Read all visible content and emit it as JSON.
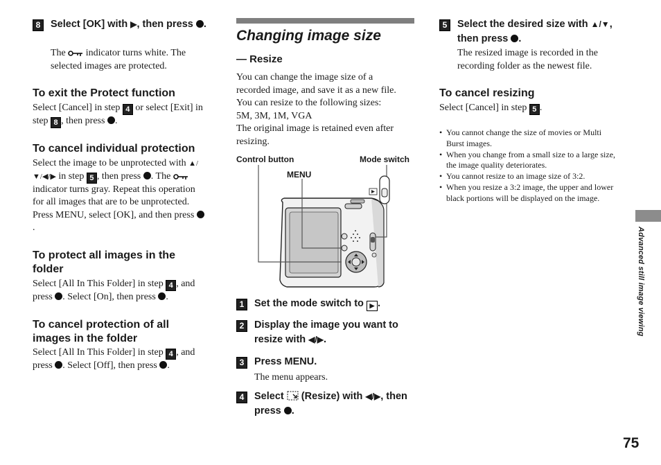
{
  "col1": {
    "step8": {
      "num": "8",
      "title_a": "Select [OK] with ",
      "title_b": ", then press ",
      "title_c": ".",
      "body_a": "The ",
      "body_b": " indicator turns white. The selected images are protected."
    },
    "exit": {
      "heading": "To exit the Protect function",
      "a": "Select [Cancel] in step ",
      "n1": "4",
      "b": " or select [Exit] in step ",
      "n2": "8",
      "c": ", then press ",
      "d": "."
    },
    "cancel_ind": {
      "heading": "To cancel individual protection",
      "a": "Select the image to be unprotected with ",
      "arrows": "▲/▼/◀/▶",
      "b": " in step ",
      "n1": "5",
      "c": ", then press ",
      "d": ". The ",
      "e": " indicator turns gray. Repeat this operation for all images that are to be unprotected. Press MENU, select [OK], and then press ",
      "f": "."
    },
    "protect_all": {
      "heading": "To protect all images in the folder",
      "a": "Select [All In This Folder] in step ",
      "n1": "4",
      "b": ", and press ",
      "c": ". Select [On], then press ",
      "d": "."
    },
    "cancel_all": {
      "heading": "To cancel protection of all images in the folder",
      "a": "Select [All In This Folder] in step ",
      "n1": "4",
      "b": ", and press ",
      "c": ". Select [Off], then press ",
      "d": "."
    }
  },
  "col2": {
    "title": "Changing image size",
    "subtitle": "— Resize",
    "intro": [
      "You can change the image size of a",
      "recorded image, and save it as a new file.",
      "You can resize to the following sizes:",
      "5M, 3M, 1M, VGA",
      "The original image is retained even after",
      "resizing."
    ],
    "caption_control": "Control button",
    "caption_mode": "Mode switch",
    "caption_menu": "MENU",
    "step1": {
      "num": "1",
      "text": "Set the mode switch to ",
      "end": "."
    },
    "step2": {
      "num": "2",
      "text": "Display the image you want to resize with ",
      "arrows": "◀/▶",
      "end": "."
    },
    "step3": {
      "num": "3",
      "text": "Press MENU.",
      "body": "The menu appears."
    },
    "step4": {
      "num": "4",
      "a": "Select ",
      "b": " (Resize) with ",
      "arrows": "◀/▶",
      "c": ", then press ",
      "d": "."
    }
  },
  "col3": {
    "step5": {
      "num": "5",
      "a": "Select the desired size with ",
      "arrows": "▲/▼",
      "b": ", then press ",
      "c": ".",
      "body": "The resized image is recorded in the recording folder as the newest file."
    },
    "cancel": {
      "heading": "To cancel resizing",
      "a": "Select [Cancel] in step ",
      "n1": "5",
      "b": "."
    },
    "notes": [
      "You cannot change the size of movies or Multi Burst images.",
      "When you change from a small size to a large size, the image quality deteriorates.",
      "You cannot resize to an image size of 3:2.",
      "When you resize a 3:2 image, the upper and lower black portions will be displayed on the image."
    ]
  },
  "side_label": "Advanced still image viewing",
  "page_number": "75"
}
